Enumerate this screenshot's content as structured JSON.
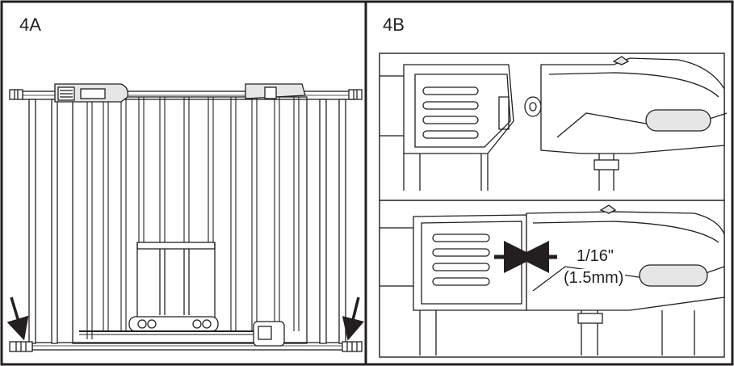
{
  "panels": {
    "a": {
      "label": "4A"
    },
    "b": {
      "label": "4B"
    }
  },
  "measurement": {
    "inches": "1/16\"",
    "mm": "(1.5mm)"
  },
  "colors": {
    "ink": "#231f20",
    "fill": "#e6e6e6",
    "dark": "#555555"
  }
}
